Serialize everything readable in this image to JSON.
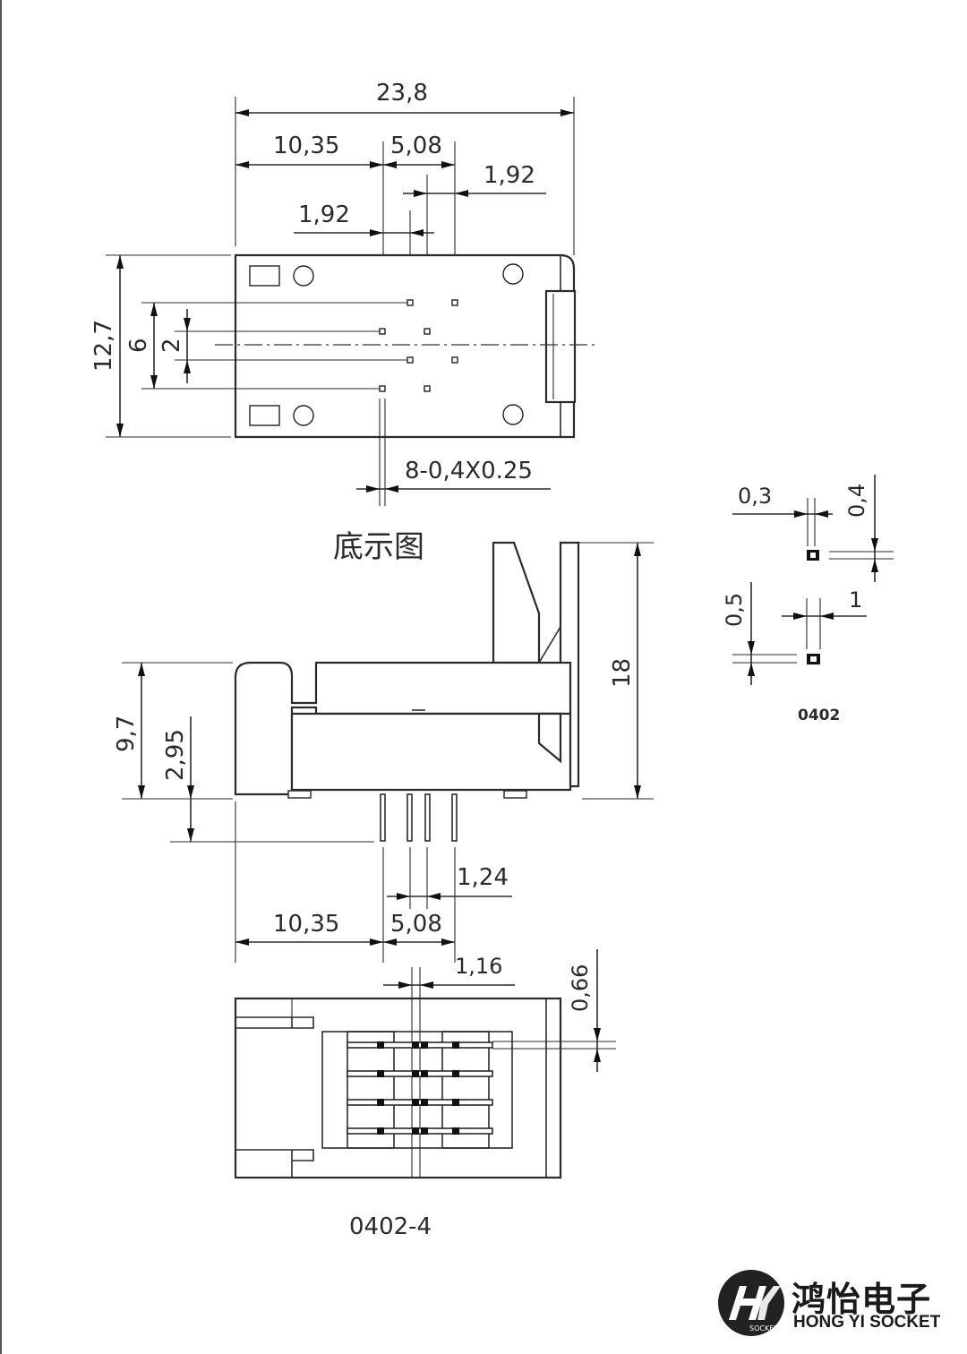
{
  "top_view": {
    "dims": {
      "overall_width": "23,8",
      "offset_left": "10,35",
      "pin_pitch": "5,08",
      "stagger_right": "1,92",
      "stagger_left": "1,92",
      "height": "12,7",
      "row_span": "6",
      "row_gap": "2",
      "pad_note": "8-0,4X0.25"
    },
    "caption": "底示图"
  },
  "side_view": {
    "dims": {
      "total_height": "18",
      "body_height": "9,7",
      "pin_length": "2,95",
      "pin_gap": "1,24",
      "offset_left": "10,35",
      "pin_pitch": "5,08"
    }
  },
  "detail": {
    "dims": {
      "pad_width": "0,3",
      "pad_height": "0,4",
      "gap_v": "0,5",
      "gap_h": "1"
    },
    "package": "0402"
  },
  "bottom_view": {
    "dims": {
      "slot_width": "1,16",
      "pin_row_gap": "0,66"
    },
    "label": "0402-4"
  },
  "logo": {
    "name_cn": "鸿怡电子",
    "name_en": "HONG YI SOCKET",
    "mark_text": "SOCKET"
  }
}
